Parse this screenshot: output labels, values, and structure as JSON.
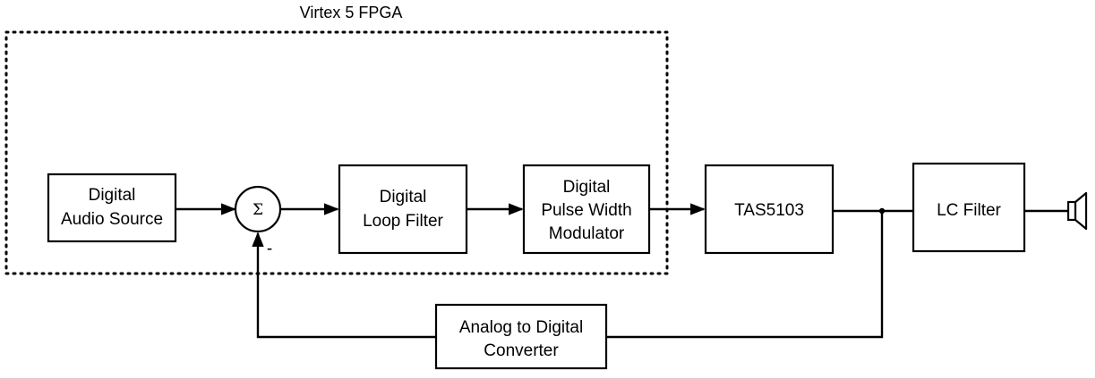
{
  "fpga_region": {
    "label": "Virtex 5 FPGA"
  },
  "blocks": {
    "audio_source": {
      "lines": [
        "Digital",
        "Audio Source"
      ]
    },
    "summer": {
      "symbol": "Σ",
      "minus_sign": "-"
    },
    "loop_filter": {
      "lines": [
        "Digital",
        "Loop Filter"
      ]
    },
    "pwm": {
      "lines": [
        "Digital",
        "Pulse Width",
        "Modulator"
      ]
    },
    "amp": {
      "lines": [
        "TAS5103"
      ]
    },
    "lc_filter": {
      "lines": [
        "LC Filter"
      ]
    },
    "adc": {
      "lines": [
        "Analog to Digital",
        "Converter"
      ]
    }
  },
  "icons": {
    "speaker": "speaker-icon"
  },
  "colors": {
    "line": "#000000",
    "background": "#ffffff"
  }
}
